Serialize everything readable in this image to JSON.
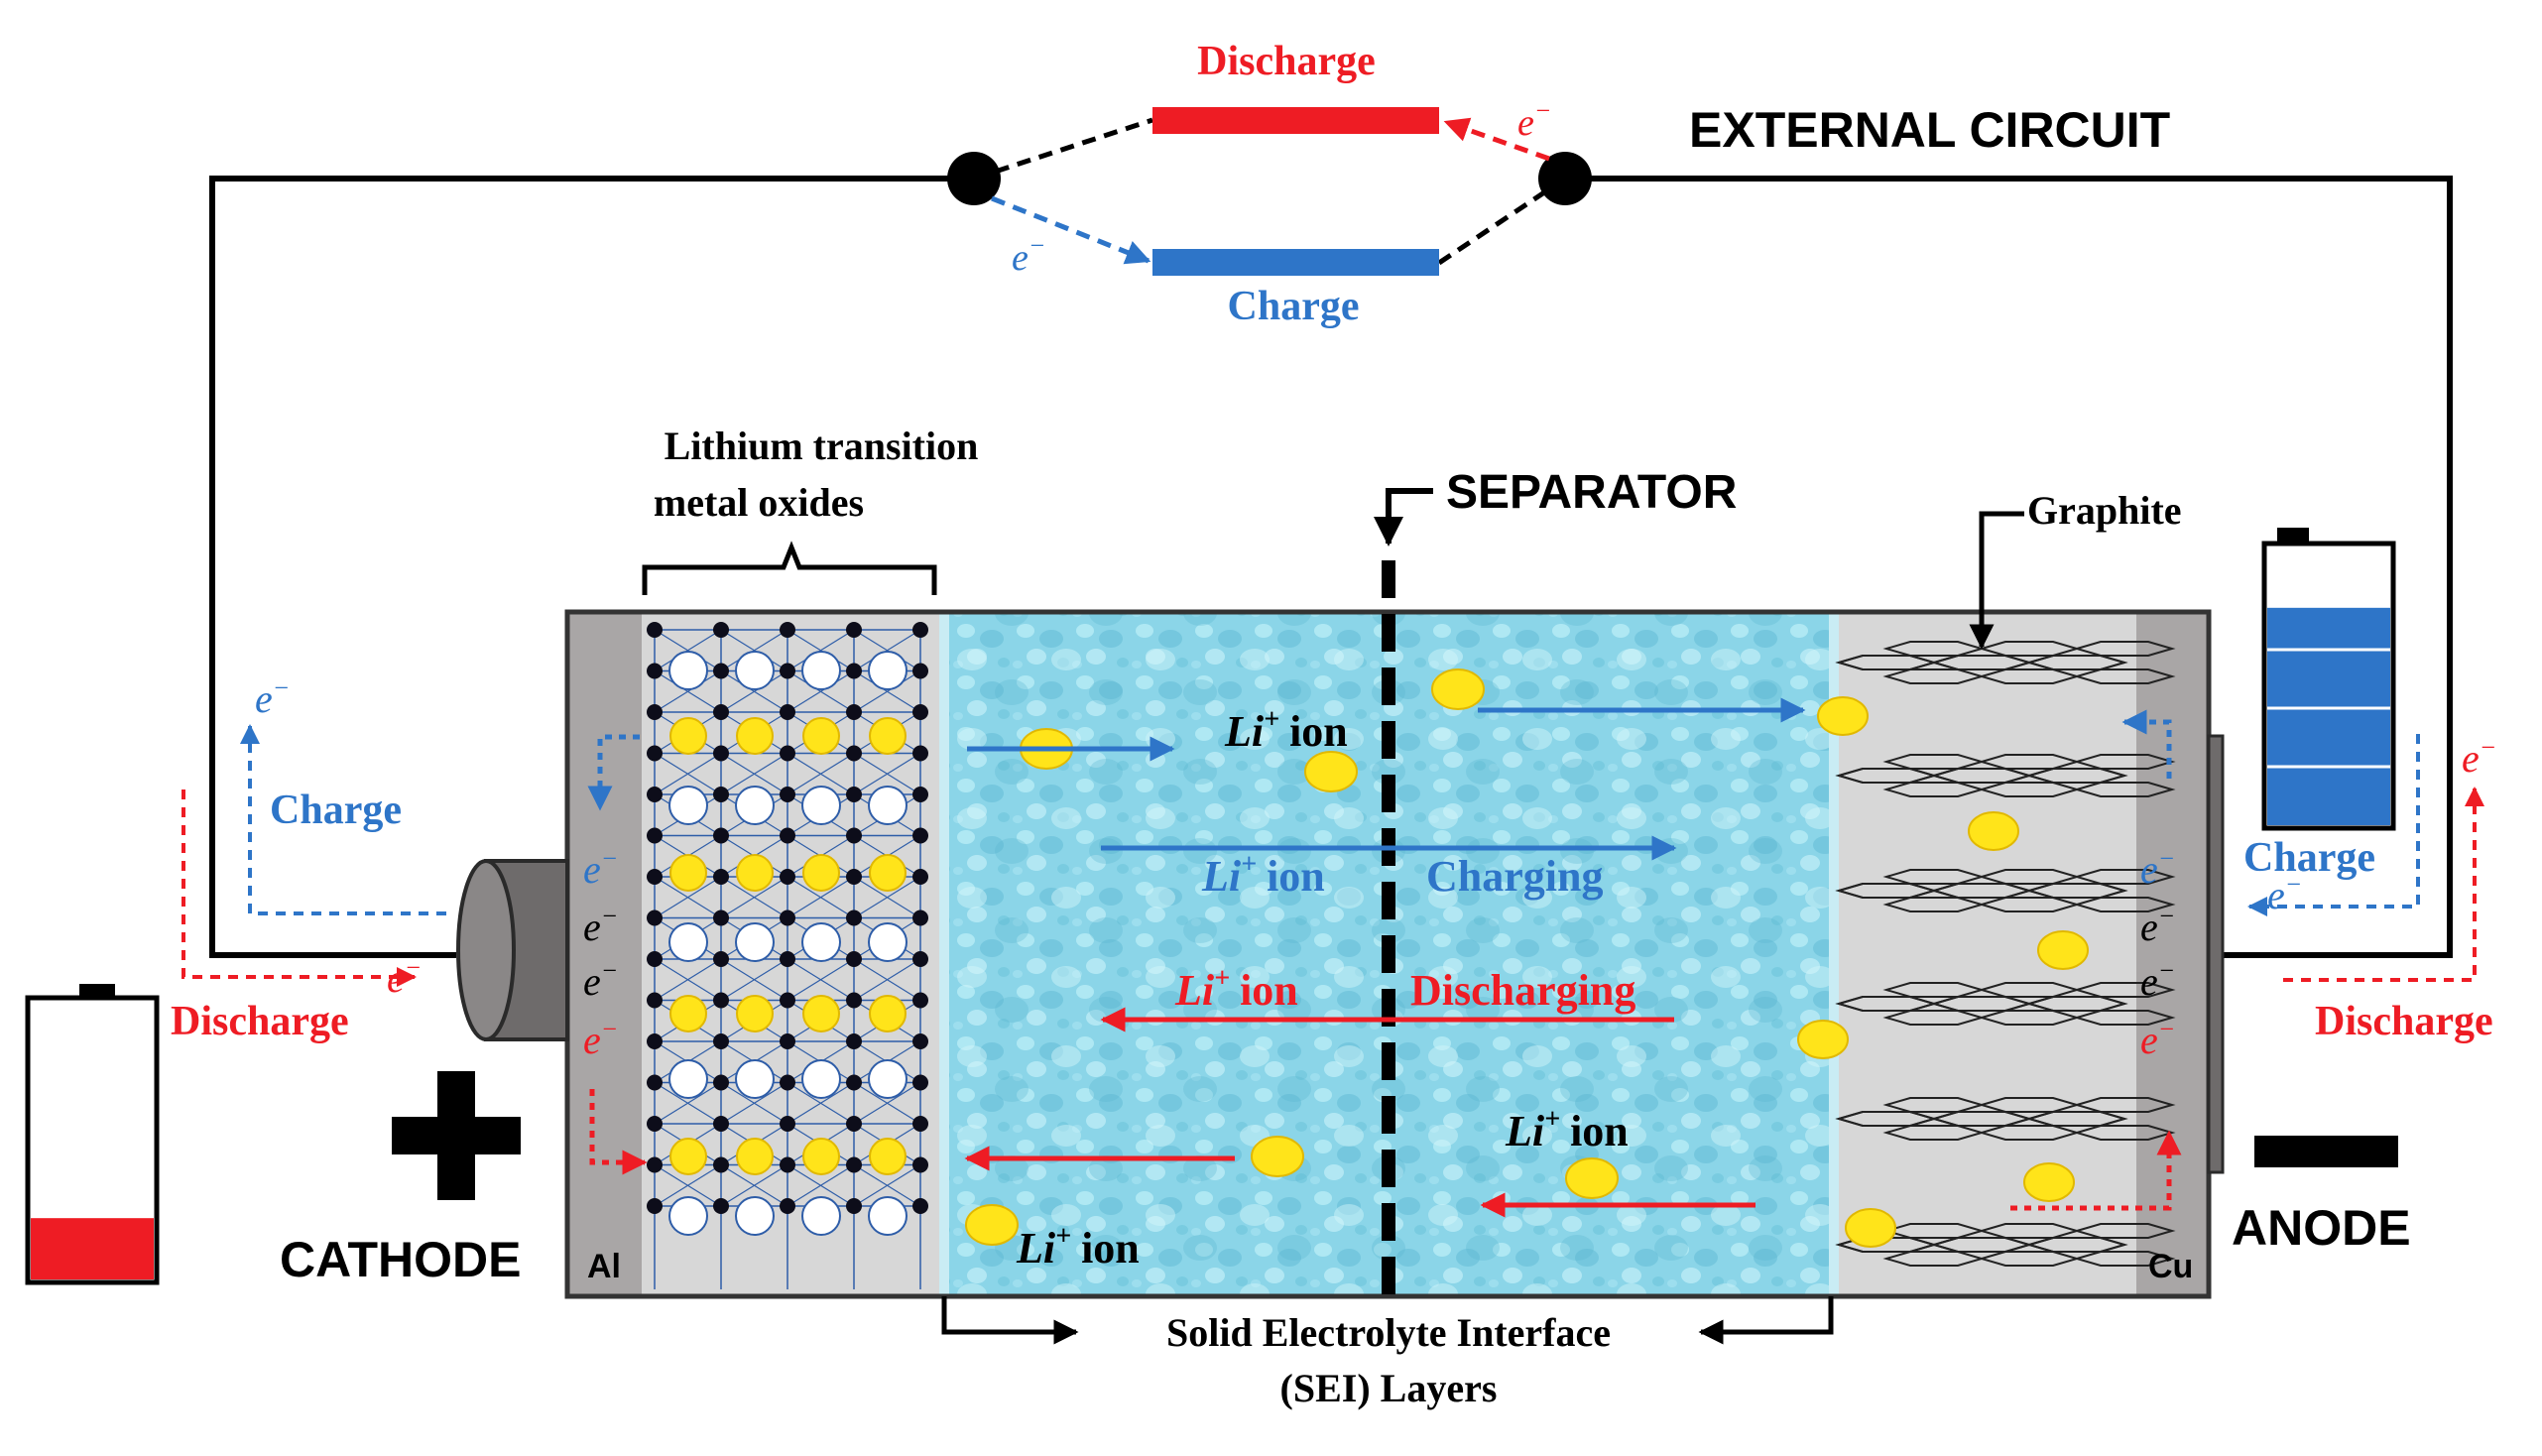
{
  "external_circuit": {
    "title": "EXTERNAL CIRCUIT",
    "discharge_label": "Discharge",
    "charge_label": "Charge",
    "electron": "e",
    "electron_sup": "−"
  },
  "cathode": {
    "label": "CATHODE",
    "sign": "+",
    "collector": "Al",
    "material_line1": "Lithium transition",
    "material_line2": "metal oxides",
    "charge_label": "Charge",
    "discharge_label": "Discharge",
    "battery_level": 0.22
  },
  "anode": {
    "label": "ANODE",
    "sign": "−",
    "collector": "Cu",
    "material": "Graphite",
    "charge_label": "Charge",
    "discharge_label": "Discharge",
    "battery_level": 0.78
  },
  "separator": {
    "label": "SEPARATOR"
  },
  "electrolyte": {
    "ion": "Li",
    "ion_sup": "+",
    "ion_word": "ion",
    "charging_label": "Charging",
    "discharging_label": "Discharging"
  },
  "sei": {
    "line1": "Solid Electrolyte Interface",
    "line2": "(SEI) Layers"
  },
  "colors": {
    "discharge": "#ee1c24",
    "charge": "#2e75c8",
    "ion": "#ffe41a",
    "electrolyte": "#86d3e6",
    "collector": "#a9a6a6",
    "electrode": "#d6d6d6",
    "battery_fill_cathode": "#ee1c24",
    "battery_fill_anode": "#2e75c8"
  }
}
